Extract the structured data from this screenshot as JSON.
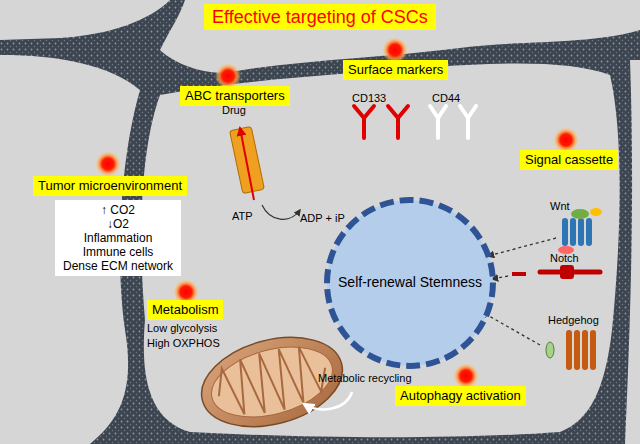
{
  "diagram": {
    "title": "Effective targeting of CSCs",
    "nodes": [
      {
        "text": [
          "Surface markers"
        ]
      },
      {
        "text": [
          "ABC transporters"
        ]
      },
      {
        "text": [
          "Signal cassette"
        ]
      },
      {
        "text": [
          "Tumor microenvironment"
        ]
      },
      {
        "text": [
          "↑ CO2",
          "↓O2",
          "Inflammation",
          "Immune cells",
          "Dense ECM network"
        ]
      },
      {
        "text": [
          "Self-renewal Stemness"
        ]
      },
      {
        "text": [
          "Metabolism"
        ]
      },
      {
        "text": [
          "Autophagy activation"
        ]
      }
    ],
    "labels": [
      "CD133",
      "CD44",
      "Drug",
      "ATP",
      "ADP + iP",
      "Wnt",
      "Notch",
      "Hedgehog",
      "Low glycolysis",
      "High OXPHOS",
      "Metabolic recycling"
    ]
  }
}
